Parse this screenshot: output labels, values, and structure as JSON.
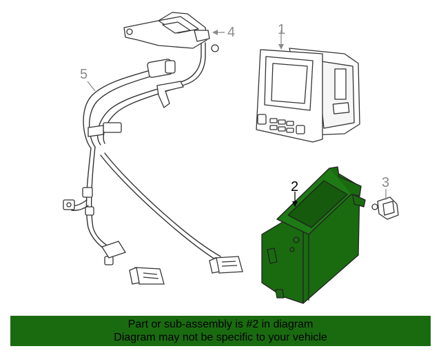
{
  "callouts": {
    "part_1": "1",
    "part_2": "2",
    "part_3": "3",
    "part_4": "4",
    "part_5": "5"
  },
  "banner": {
    "line1": "Part or sub-assembly is #2 in diagram",
    "line2": "Diagram may not be specific to your vehicle"
  },
  "colors": {
    "highlight": "#1a6b10",
    "line": "#333333",
    "callout_grey": "#8a8a8a"
  }
}
